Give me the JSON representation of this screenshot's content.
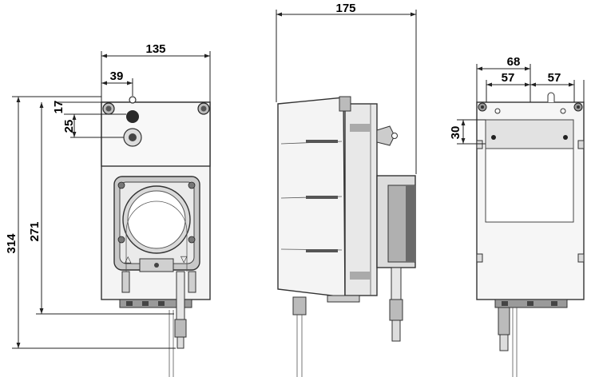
{
  "dimensions": {
    "front_width": "135",
    "front_hole_offset": "39",
    "front_top_offset": "17",
    "front_knob_offset": "25",
    "front_height_full": "314",
    "front_height_body": "271",
    "side_depth": "175",
    "back_half_width": "68",
    "back_hole_left": "57",
    "back_hole_right": "57",
    "back_mount_offset": "30"
  },
  "symbols": {
    "arrow_up": "△",
    "arrow_down": "▽"
  },
  "colors": {
    "outline": "#333333",
    "body_fill": "#f4f4f4",
    "shade": "#b8b8b8",
    "dark": "#2a2a2a"
  }
}
